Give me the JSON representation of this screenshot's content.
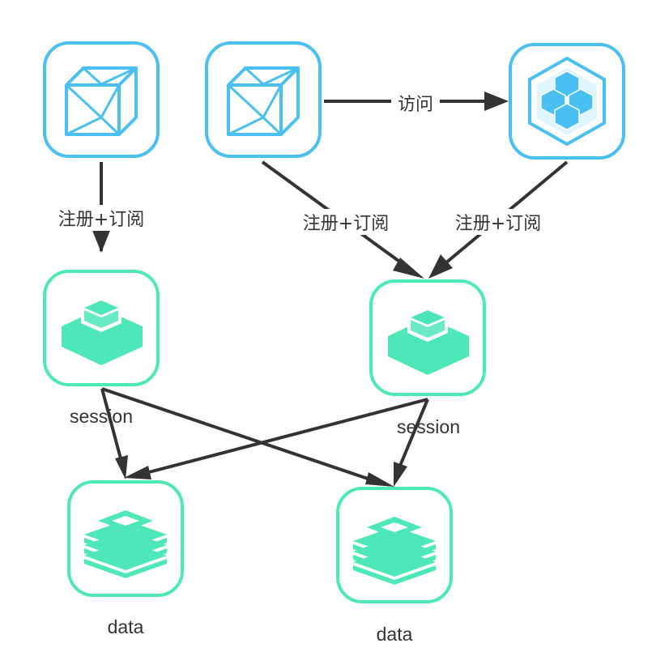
{
  "colors": {
    "background": "#ffffff",
    "client_border": "#49bff2",
    "client_icon": "#49bff2",
    "service_border": "#4ee8b8",
    "service_icon": "#4ee8b8",
    "edge": "#333333"
  },
  "nodes": {
    "client_a": {
      "icon": "cube-outline-icon"
    },
    "client_b": {
      "icon": "cube-outline-icon"
    },
    "service": {
      "icon": "hexagon-blocks-icon"
    },
    "session_a": {
      "icon": "stacked-block-icon",
      "label": "session"
    },
    "session_b": {
      "icon": "stacked-block-icon",
      "label": "session"
    },
    "data_a": {
      "icon": "database-layers-icon",
      "label": "data"
    },
    "data_b": {
      "icon": "database-layers-icon",
      "label": "data"
    }
  },
  "edges": {
    "client_b_to_service": {
      "label": "访问"
    },
    "client_a_to_session_a": {
      "label": "注册+订阅"
    },
    "client_b_to_session_b": {
      "label": "注册+订阅"
    },
    "service_to_session_b": {
      "label": "注册+订阅"
    },
    "session_a_to_data_a": {
      "label": ""
    },
    "session_a_to_data_b": {
      "label": ""
    },
    "session_b_to_data_a": {
      "label": ""
    },
    "session_b_to_data_b": {
      "label": ""
    }
  }
}
